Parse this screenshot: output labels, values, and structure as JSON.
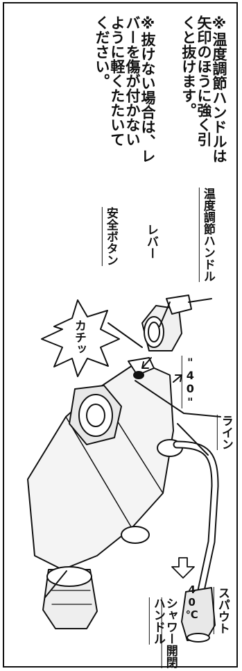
{
  "notes": {
    "note1": [
      "※温度調節ハンドルは",
      "矢印のほうに強く引",
      "くと抜けます。"
    ],
    "note2": [
      "※抜けない場合は、レ",
      "バーを傷が付かない",
      "ように軽くたたいて",
      "ください。"
    ]
  },
  "labels": {
    "temp_handle": "温度調節ハンドル",
    "lever": "レバー",
    "safety_button": "安全ボタン",
    "click_sound": "カチッ",
    "forty_mark": "\"40\"",
    "line": "ライン",
    "spout": "スパウト",
    "temperature": "40℃",
    "shower_handle": [
      "シャワー開閉",
      "ハンドル"
    ]
  }
}
